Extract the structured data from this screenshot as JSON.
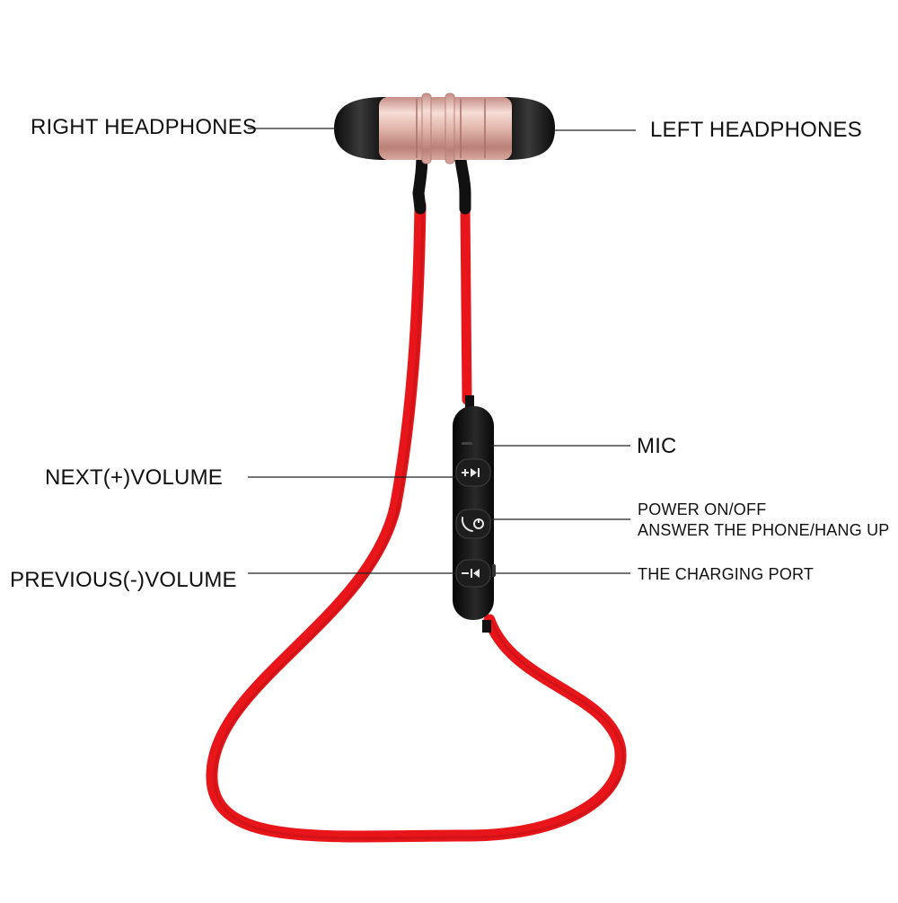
{
  "labels": {
    "right_headphones": "RIGHT HEADPHONES",
    "left_headphones": "LEFT HEADPHONES",
    "mic": "MIC",
    "next_volume": "NEXT(+)VOLUME",
    "power_line1": "POWER ON/OFF",
    "power_line2": "ANSWER THE PHONE/HANG UP",
    "previous_volume": "PREVIOUS(-)VOLUME",
    "charging_port": "THE CHARGING PORT"
  },
  "colors": {
    "cable": "#e8161b",
    "earbud_body": "#d9a9a0",
    "ear_tip": "#1a1a1a",
    "controller": "#111111",
    "leader_line": "#222222"
  },
  "icons": {
    "next_button": "next-track-plus-icon",
    "power_button": "phone-power-icon",
    "previous_button": "previous-track-minus-icon"
  }
}
